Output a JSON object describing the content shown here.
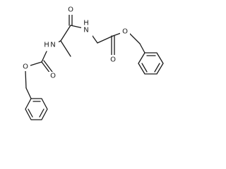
{
  "molecule": {
    "atoms": {
      "amide_o": "O",
      "amide_nh": "N",
      "carbamate_nh": "N",
      "ester_o_carbonyl": "O",
      "ester_o_ether": "O",
      "carbamate_o_ether": "O",
      "carbamate_o_carbonyl": "O"
    },
    "hydrogens": {
      "amide_nh": "H",
      "carbamate_nh": "H"
    }
  }
}
